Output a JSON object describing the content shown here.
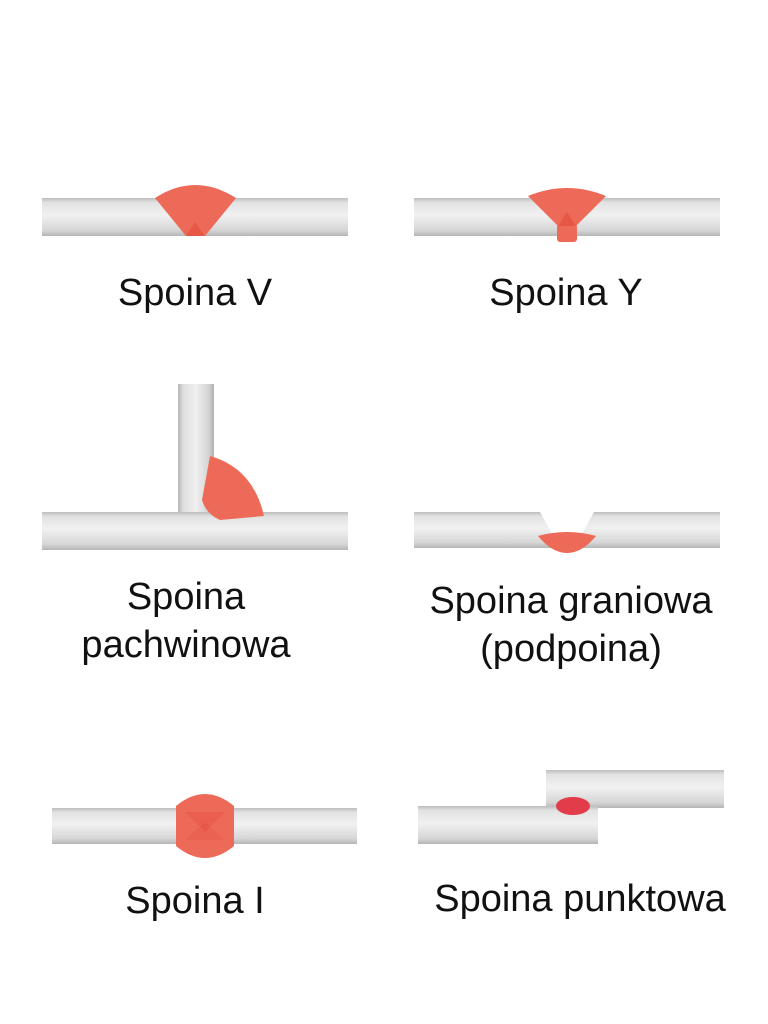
{
  "colors": {
    "background": "#ffffff",
    "plate_light": "#eeeeee",
    "plate_mid": "#dcdcdc",
    "plate_dark": "#bdbdbd",
    "plate_edge": "#a8a8a8",
    "weld": "#ee6a58",
    "weld_dark": "#e2503f",
    "weld_spot": "#e23b4a",
    "text": "#111111"
  },
  "welds": [
    {
      "id": "v",
      "label": "Spoina V",
      "icon": "v-weld-icon"
    },
    {
      "id": "y",
      "label": "Spoina Y",
      "icon": "y-weld-icon"
    },
    {
      "id": "fillet",
      "label_line1": "Spoina",
      "label_line2": "pachwinowa",
      "icon": "fillet-weld-icon"
    },
    {
      "id": "root",
      "label_line1": "Spoina graniowa",
      "label_line2": "(podpoina)",
      "icon": "root-weld-icon"
    },
    {
      "id": "i",
      "label": "Spoina I",
      "icon": "i-weld-icon"
    },
    {
      "id": "spot",
      "label": "Spoina punktowa",
      "icon": "spot-weld-icon"
    }
  ]
}
